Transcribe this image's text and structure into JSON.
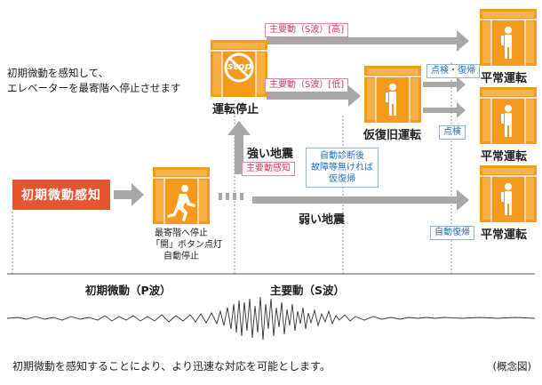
{
  "intro": {
    "line1": "初期微動を感知して、",
    "line2": "エレベーターを最寄階へ停止させます"
  },
  "start_label": "初期微動感知",
  "nearest_stop_caption": {
    "line1": "最寄階へ停止",
    "line2": "「開」ボタン点灯",
    "line3": "自動停止"
  },
  "stop_icon_text": "stop",
  "operation_stop_label": "運転停止",
  "strong_quake_label": "強い地震",
  "weak_quake_label": "弱い地震",
  "main_motion_tag": "主要動感知",
  "s_wave_high_tag": "主要動（S波）[高]",
  "s_wave_low_tag": "主要動（S波）[低]",
  "self_diag_tag": {
    "line1": "自動診断後",
    "line2": "故障等無ければ",
    "line3": "仮復帰"
  },
  "temp_restore_label": "仮復旧運転",
  "inspect_restore_tag": "点検・復帰",
  "inspect_tag": "点検",
  "auto_restore_tag": "自動復帰",
  "normal_op_label": "平常運転",
  "p_wave_label": "初期微動（P波）",
  "s_wave_label": "主要動（S波）",
  "footer_text": "初期微動を感知することにより、より迅速な対応を可能とします。",
  "footnote": "(概念図)",
  "colors": {
    "orange": "#f39a1f",
    "orange_light": "#f8b24a",
    "arrow_gray": "#a8a8a8",
    "red_box": "#e8542f",
    "pink_tag": "#d9345e",
    "blue_tag": "#1f6fbf"
  }
}
